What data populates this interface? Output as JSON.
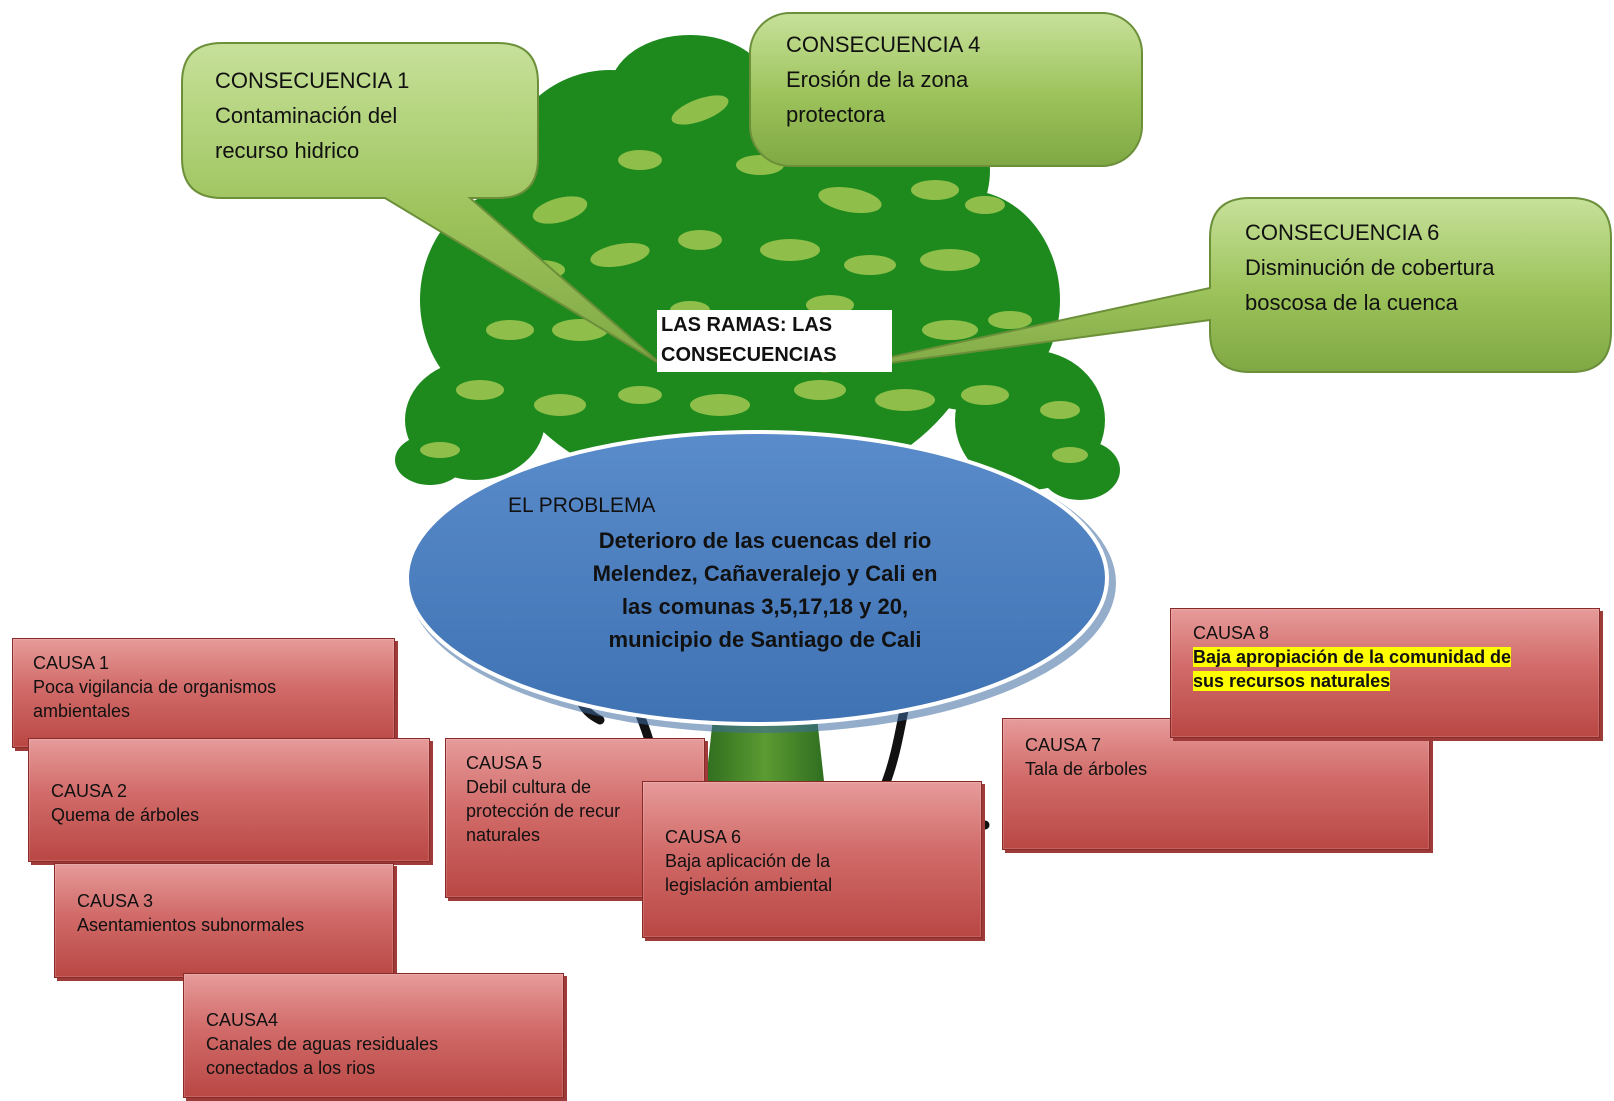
{
  "branches_label": [
    "LAS RAMAS: LAS",
    "CONSECUENCIAS"
  ],
  "problem": {
    "heading": "EL PROBLEMA",
    "lines": [
      "Deterioro de las cuencas del rio",
      "Melendez, Cañaveralejo y Cali en",
      "las comunas  3,5,17,18 y 20,",
      "municipio de Santiago de Cali"
    ]
  },
  "consequences": [
    {
      "title": "CONSECUENCIA 1",
      "lines": [
        "Contaminación del",
        "recurso hidrico"
      ]
    },
    {
      "title": "CONSECUENCIA 4",
      "lines": [
        "Erosión de la zona",
        "protectora"
      ]
    },
    {
      "title": "CONSECUENCIA 6",
      "lines": [
        "Disminución de cobertura",
        "boscosa de la cuenca"
      ]
    }
  ],
  "causes": [
    {
      "title": "CAUSA 1",
      "lines": [
        "Poca vigilancia de organismos",
        "ambientales"
      ]
    },
    {
      "title": "CAUSA 2",
      "lines": [
        "Quema de árboles"
      ]
    },
    {
      "title": "CAUSA 3",
      "lines": [
        "Asentamientos subnormales"
      ]
    },
    {
      "title": "CAUSA4",
      "lines": [
        "Canales de aguas residuales",
        "conectados a los rios"
      ]
    },
    {
      "title": "CAUSA 5",
      "lines": [
        "Debil cultura de",
        "protección de recur",
        "naturales"
      ]
    },
    {
      "title": "CAUSA 6",
      "lines": [
        "Baja aplicación de la",
        "legislación ambiental"
      ]
    },
    {
      "title": "CAUSA 7",
      "lines": [
        "Tala de árboles"
      ]
    },
    {
      "title": "CAUSA 8",
      "lines": [
        "Baja apropiación de la comunidad de",
        "sus recursos naturales"
      ]
    }
  ],
  "colors": {
    "foliage_dark": "#1e8a1e",
    "foliage_light": "#8fbf4a",
    "callout_green": "#9cc25a",
    "problem_ellipse": "#4f81bd",
    "cause_red": "#c0504d",
    "highlight": "#ffff00"
  }
}
